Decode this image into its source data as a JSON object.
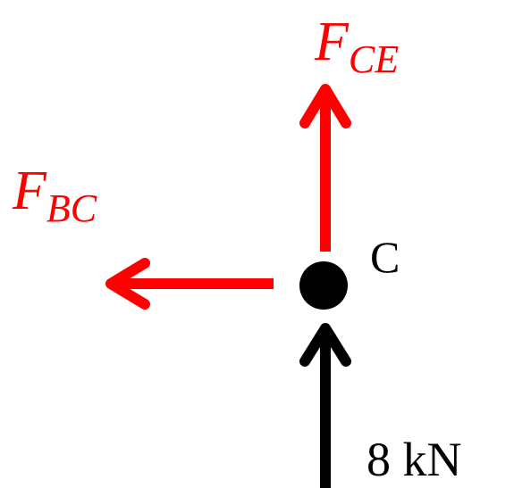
{
  "colors": {
    "unknown_force": "#ff0000",
    "known_force": "#000000",
    "joint": "#000000"
  },
  "joint": {
    "label": "C"
  },
  "forces": {
    "ce": {
      "main": "F",
      "sub": "CE",
      "direction": "up"
    },
    "bc": {
      "main": "F",
      "sub": "BC",
      "direction": "left"
    },
    "load": {
      "label": "8 kN",
      "direction": "up"
    }
  }
}
